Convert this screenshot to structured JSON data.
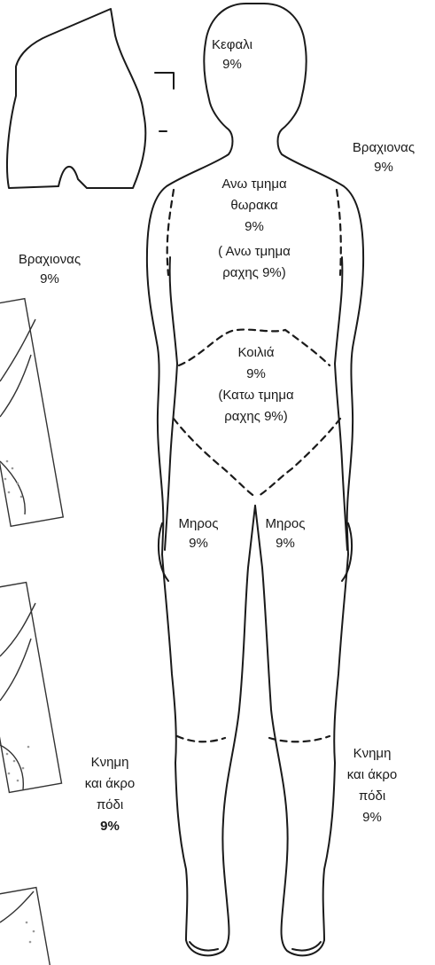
{
  "labels": {
    "head": {
      "name": "Κεφαλι",
      "pct": "9%"
    },
    "arm_right": {
      "name": "Βραχιονας",
      "pct": "9%"
    },
    "arm_left": {
      "name": "Βραχιονας",
      "pct": "9%"
    },
    "chest": {
      "line1": "Ανω τμημα",
      "line2": "θωρακα",
      "pct": "9%",
      "back1": "( Ανω τμημα",
      "back2": "ραχης 9%)"
    },
    "abdomen": {
      "name": "Κοιλιά",
      "pct": "9%",
      "back1": "(Κατω τμημα",
      "back2": "ραχης 9%)"
    },
    "thigh_left": {
      "name": "Μηρος",
      "pct": "9%"
    },
    "thigh_right": {
      "name": "Μηρος",
      "pct": "9%"
    },
    "leg_left": {
      "line1": "Κνημη",
      "line2": "και άκρο",
      "line3": "πόδι",
      "pct": "9%"
    },
    "leg_right": {
      "line1": "Κνημη",
      "line2": "και άκρο",
      "line3": "πόδι",
      "pct": "9%"
    }
  },
  "colors": {
    "ink": "#1a1a1a",
    "background": "#ffffff",
    "stipple": "#9a9a9a"
  }
}
